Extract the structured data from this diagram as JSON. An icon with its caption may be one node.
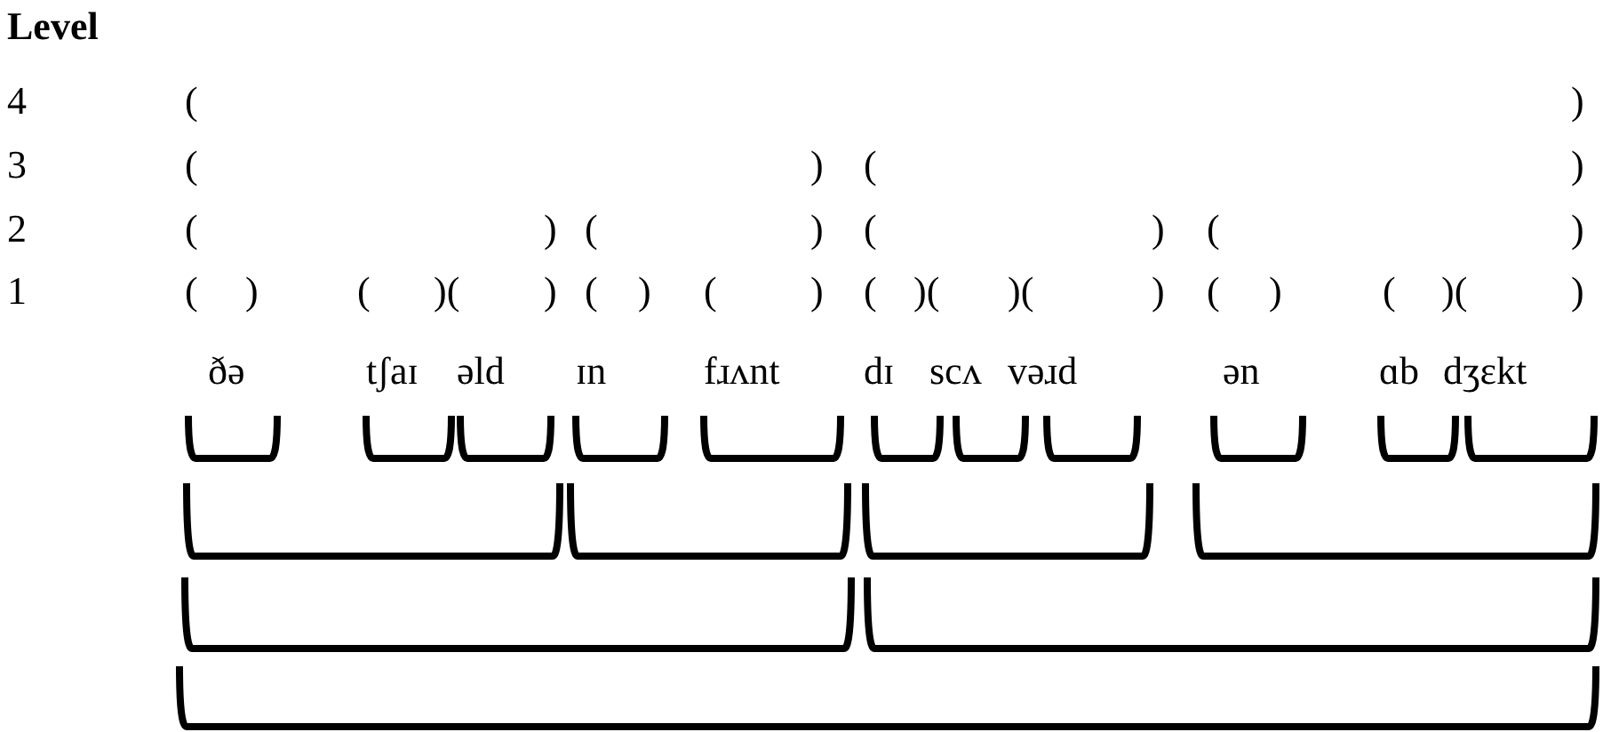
{
  "diagram": {
    "labels": [
      "Level",
      "4",
      "(",
      ")",
      "3",
      "(",
      ")",
      "(",
      ")",
      "2",
      "(",
      ")",
      "(",
      ")",
      "(",
      ")",
      "(",
      ")",
      "1",
      "(",
      ")",
      "(",
      ")(",
      ")",
      "(",
      ")",
      "(",
      ")",
      "(",
      ")(",
      ")(",
      ")",
      "(",
      ")",
      "(",
      ")(",
      ")",
      "ðə",
      "tʃaɪ",
      "əld",
      "ɪn",
      "fɹʌnt",
      "dɪ",
      "scʌ",
      "vəɹd",
      "ən",
      "ɑb",
      "dʒɛkt"
    ]
  }
}
